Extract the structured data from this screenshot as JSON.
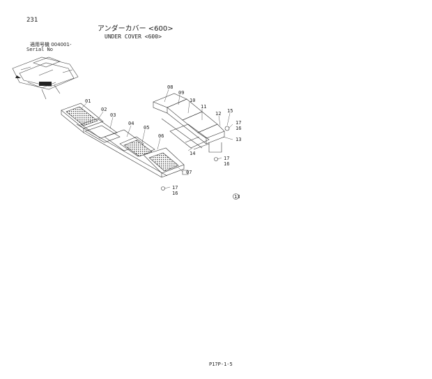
{
  "header": {
    "page_number": "231",
    "title_jp": "アンダーカバー <600>",
    "title_en": "UNDER COVER <600>",
    "serial_jp": "適用号機 004001-",
    "serial_en": "Serial No"
  },
  "callouts": [
    "01",
    "02",
    "03",
    "04",
    "05",
    "06",
    "07",
    "08",
    "09",
    "10",
    "11",
    "12",
    "13",
    "13",
    "14",
    "15",
    "16",
    "16",
    "16",
    "17",
    "17",
    "17"
  ],
  "footer": {
    "code": "P17P-1-5"
  },
  "colors": {
    "ink": "#222222",
    "paper": "#ffffff"
  }
}
